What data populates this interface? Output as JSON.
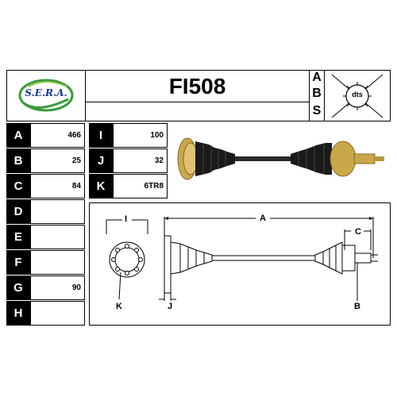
{
  "header": {
    "brand": "S.E.R.A.",
    "part_number": "FI508",
    "abs_letters": [
      "A",
      "B",
      "S"
    ],
    "dts_label": "dts"
  },
  "specs_left": [
    {
      "letter": "A",
      "value": "466"
    },
    {
      "letter": "B",
      "value": "25"
    },
    {
      "letter": "C",
      "value": "84"
    },
    {
      "letter": "D",
      "value": ""
    },
    {
      "letter": "E",
      "value": ""
    },
    {
      "letter": "F",
      "value": ""
    },
    {
      "letter": "G",
      "value": "90"
    },
    {
      "letter": "H",
      "value": ""
    }
  ],
  "specs_right": [
    {
      "letter": "I",
      "value": "100"
    },
    {
      "letter": "J",
      "value": "32"
    },
    {
      "letter": "K",
      "value": "6TR8"
    }
  ],
  "diagram_labels": {
    "I": "I",
    "A": "A",
    "C": "C",
    "K": "K",
    "J": "J",
    "B": "B"
  },
  "colors": {
    "logo_green": "#3a9a3a",
    "logo_blue": "#1a3a8a",
    "flange_gold": "#c9a84a",
    "boot_black": "#1a1a1a"
  }
}
